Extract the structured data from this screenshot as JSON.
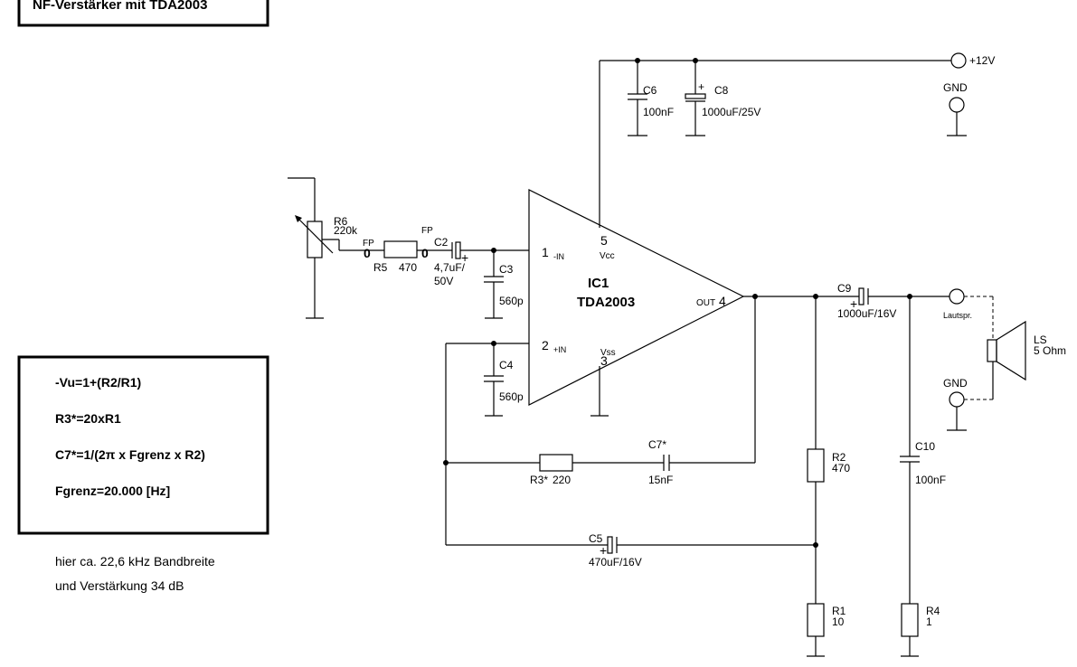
{
  "title": "NF-Verstärker mit TDA2003",
  "ic": {
    "ref": "IC1",
    "type": "TDA2003",
    "pin1": "1",
    "pin1_name": "-IN",
    "pin2": "2",
    "pin2_name": "+IN",
    "pin3": "3",
    "pin3_name": "Vss",
    "pin4": "4",
    "pin4_name": "OUT",
    "pin5": "5",
    "pin5_name": "Vcc"
  },
  "supply": {
    "vcc": "+12V",
    "gnd": "GND"
  },
  "components": {
    "r6": {
      "ref": "R6",
      "value": "220k"
    },
    "r5": {
      "ref": "R5",
      "value": "470"
    },
    "c2": {
      "ref": "C2",
      "value1": "4,7uF/",
      "value2": "50V"
    },
    "c3": {
      "ref": "C3",
      "value": "560p"
    },
    "c4": {
      "ref": "C4",
      "value": "560p"
    },
    "c6": {
      "ref": "C6",
      "value": "100nF"
    },
    "c8": {
      "ref": "C8",
      "value": "1000uF/25V"
    },
    "c9": {
      "ref": "C9",
      "value": "1000uF/16V"
    },
    "c7": {
      "ref": "C7*",
      "value": "15nF"
    },
    "r3": {
      "ref": "R3*",
      "value": "220"
    },
    "r2": {
      "ref": "R2",
      "value": "470"
    },
    "c10": {
      "ref": "C10",
      "value": "100nF"
    },
    "c5": {
      "ref": "C5",
      "value": "470uF/16V"
    },
    "r1": {
      "ref": "R1",
      "value": "10"
    },
    "r4": {
      "ref": "R4",
      "value": "1"
    },
    "ls": {
      "ref": "LS",
      "value": "5 Ohm",
      "label": "Lautspr."
    }
  },
  "fp1": "FP",
  "fp2": "FP",
  "zero1": "0",
  "zero2": "0",
  "plus": "+",
  "formulas": [
    "-Vu=1+(R2/R1)",
    "R3*=20xR1",
    "C7*=1/(2π x Fgrenz x R2)",
    "Fgrenz=20.000 [Hz]"
  ],
  "note": [
    "hier ca. 22,6 kHz Bandbreite",
    "und Verstärkung 34 dB"
  ]
}
